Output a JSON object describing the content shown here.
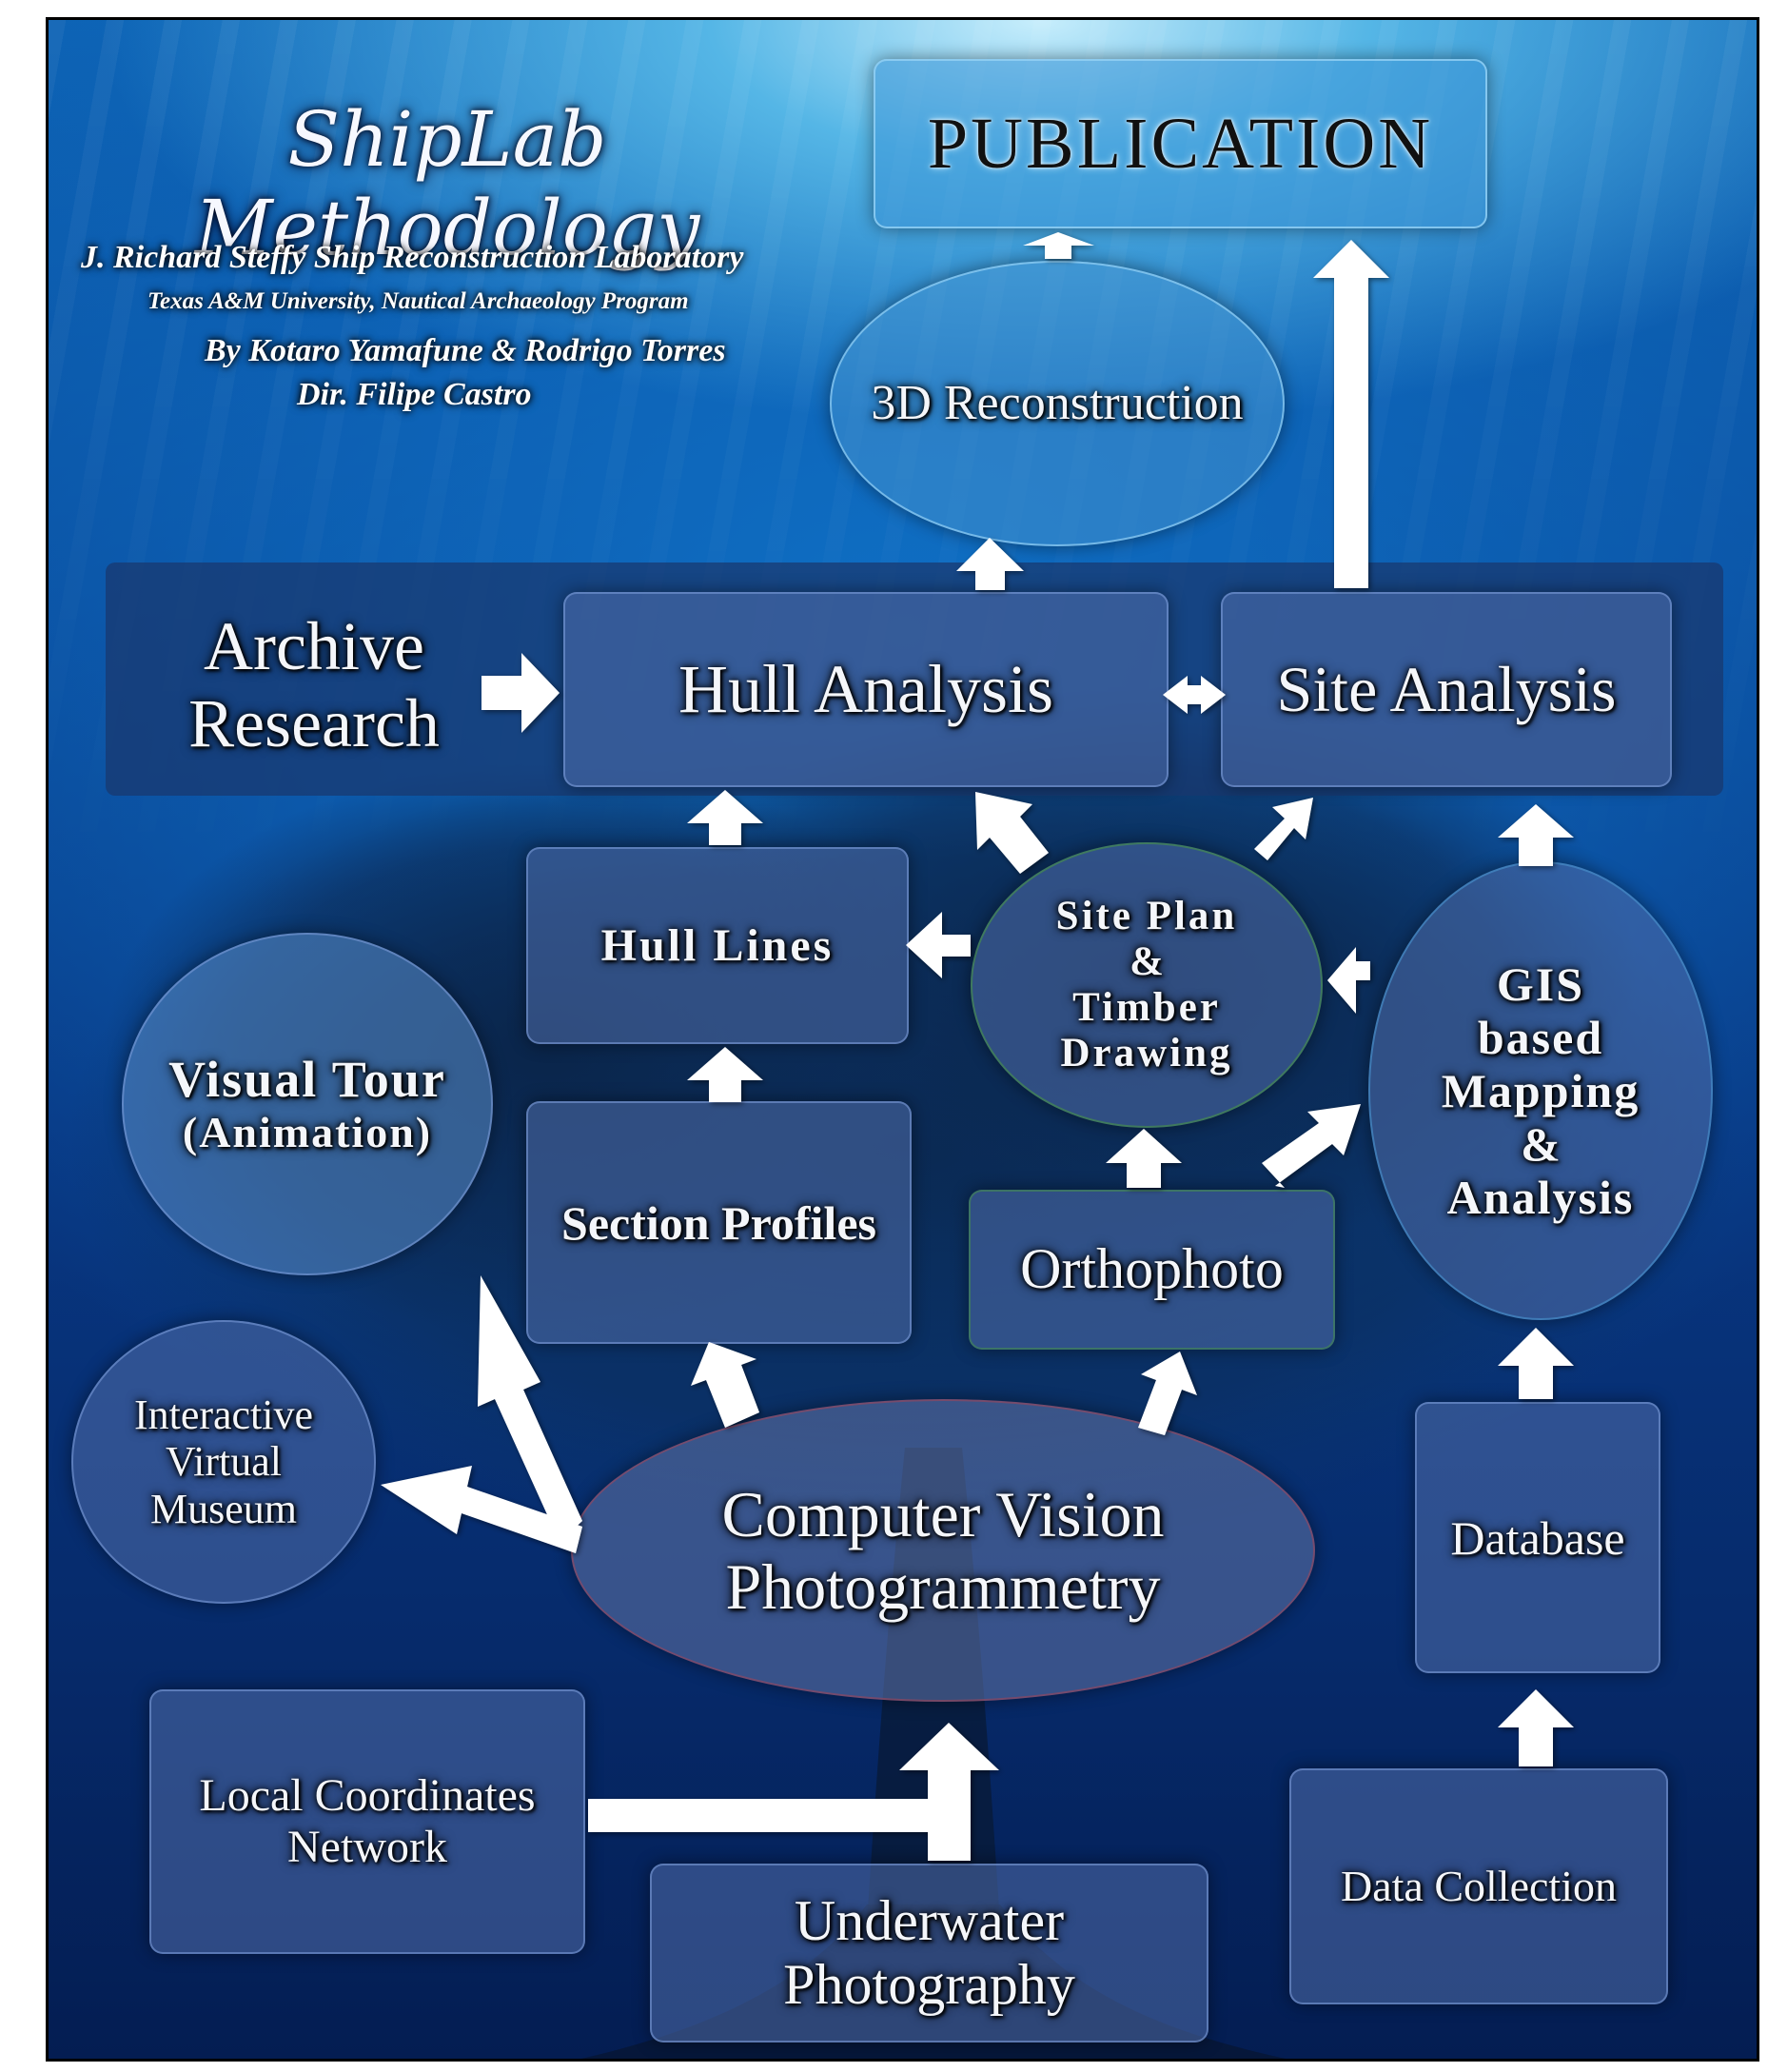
{
  "header": {
    "title": "ShipLab Methodology",
    "subtitle1": "J. Richard Steffy Ship Reconstruction Laboratory",
    "subtitle2": "Texas A&M University, Nautical Archaeology Program",
    "authors": "By Kotaro Yamafune & Rodrigo Torres",
    "director": "Dir. Filipe Castro"
  },
  "nodes": {
    "publication": "PUBLICATION",
    "reconstruction_3d": "3D Reconstruction",
    "archive_research": [
      "Archive",
      "Research"
    ],
    "hull_analysis": "Hull Analysis",
    "site_analysis": "Site Analysis",
    "hull_lines": "Hull Lines",
    "site_plan": [
      "Site Plan",
      "&",
      "Timber",
      "Drawing"
    ],
    "gis": [
      "GIS",
      "based",
      "Mapping",
      "&",
      "Analysis"
    ],
    "visual_tour": [
      "Visual Tour",
      "(Animation)"
    ],
    "section_profiles": "Section Profiles",
    "orthophoto": "Orthophoto",
    "interactive_museum": [
      "Interactive",
      "Virtual",
      "Museum"
    ],
    "computer_vision": [
      "Computer Vision",
      "Photogrammetry"
    ],
    "database": "Database",
    "local_coordinates": [
      "Local Coordinates",
      "Network"
    ],
    "underwater_photography": [
      "Underwater",
      "Photography"
    ],
    "data_collection": "Data Collection"
  },
  "colors": {
    "arrow": "#ffffff",
    "box_fill": "#506eaa",
    "background_top": "#55b6e6",
    "background_bottom": "#041d52"
  }
}
